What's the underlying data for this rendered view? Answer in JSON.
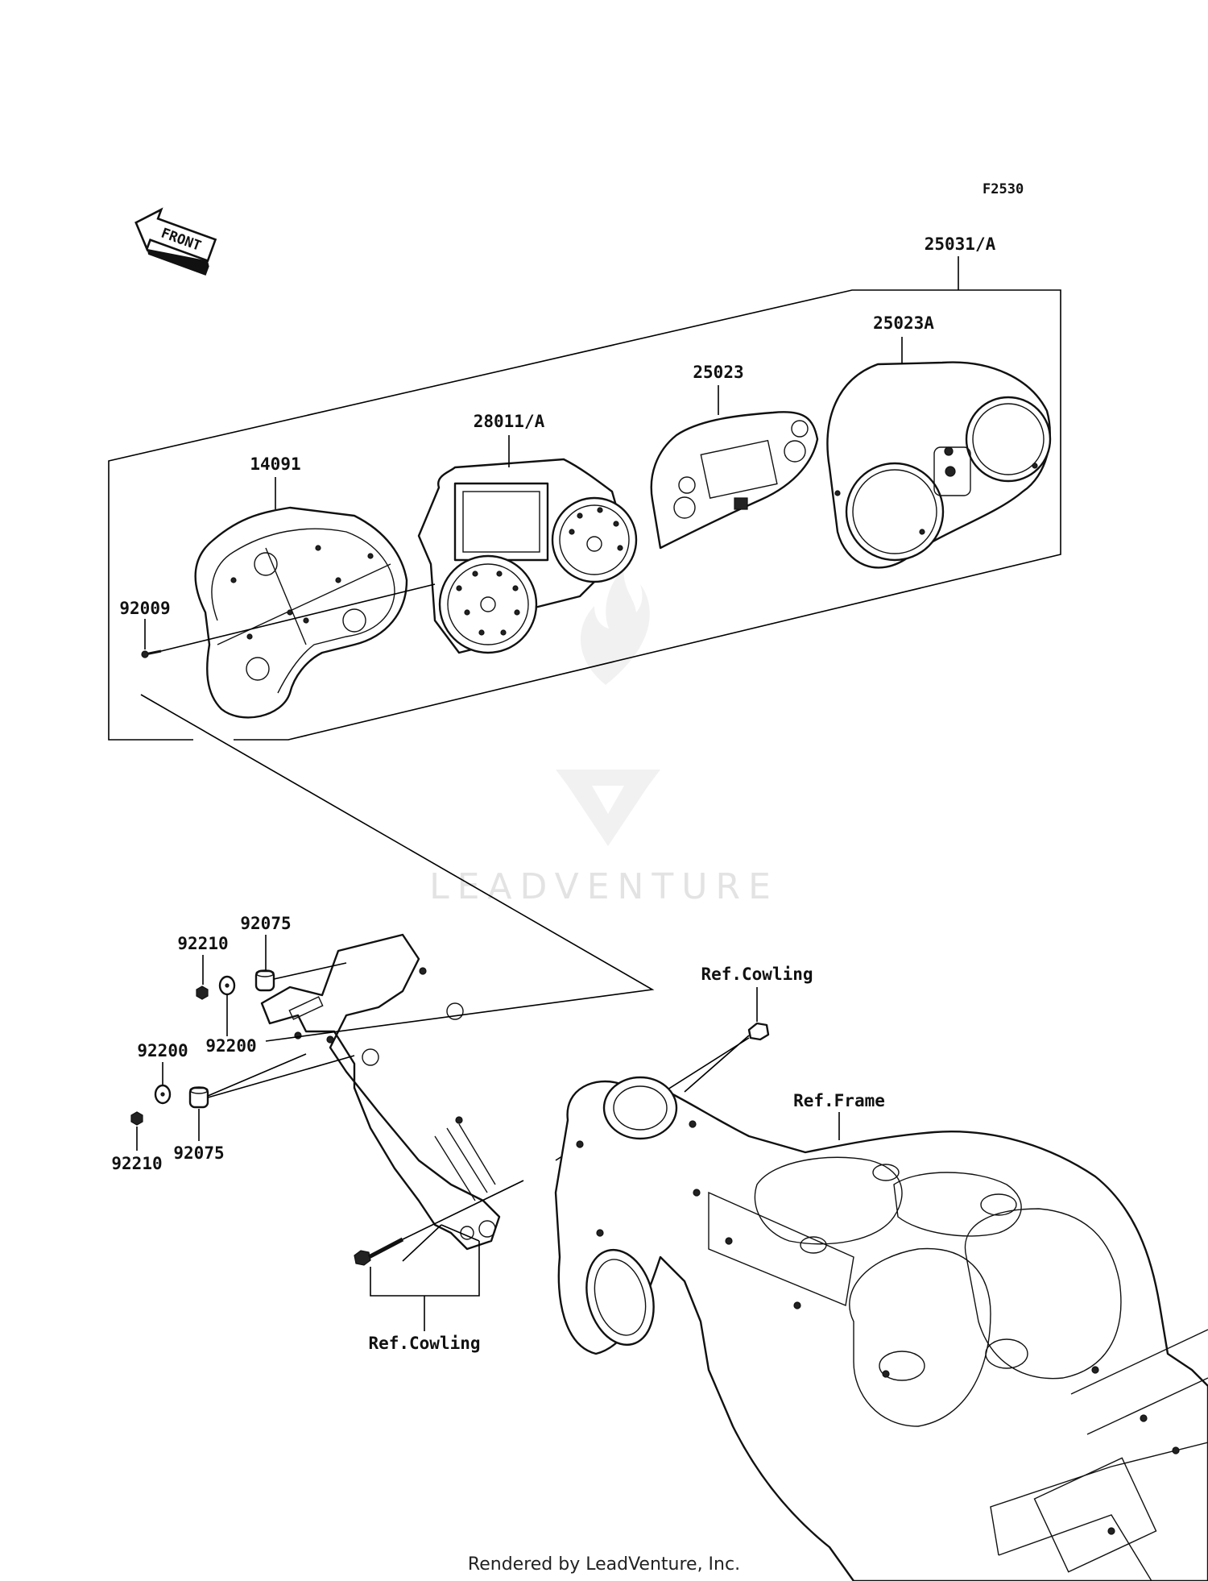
{
  "figure_code": "F2530",
  "front_arrow_label": "FRONT",
  "watermark": "LEADVENTURE",
  "footer": "Rendered by LeadVenture, Inc.",
  "callouts": {
    "assembly": "25031/A",
    "case_front": "25023A",
    "case_lens": "25023",
    "meter_unit": "28011/A",
    "case_rear": "14091",
    "screw": "92009",
    "bracket_damper_top": "92075",
    "nut_top": "92210",
    "washer_top": "92200",
    "washer_bottom": "92200",
    "nut_bottom": "92210",
    "bracket_damper_bottom": "92075",
    "ref_cowling_top": "Ref.Cowling",
    "ref_frame": "Ref.Frame",
    "ref_cowling_bottom": "Ref.Cowling"
  }
}
